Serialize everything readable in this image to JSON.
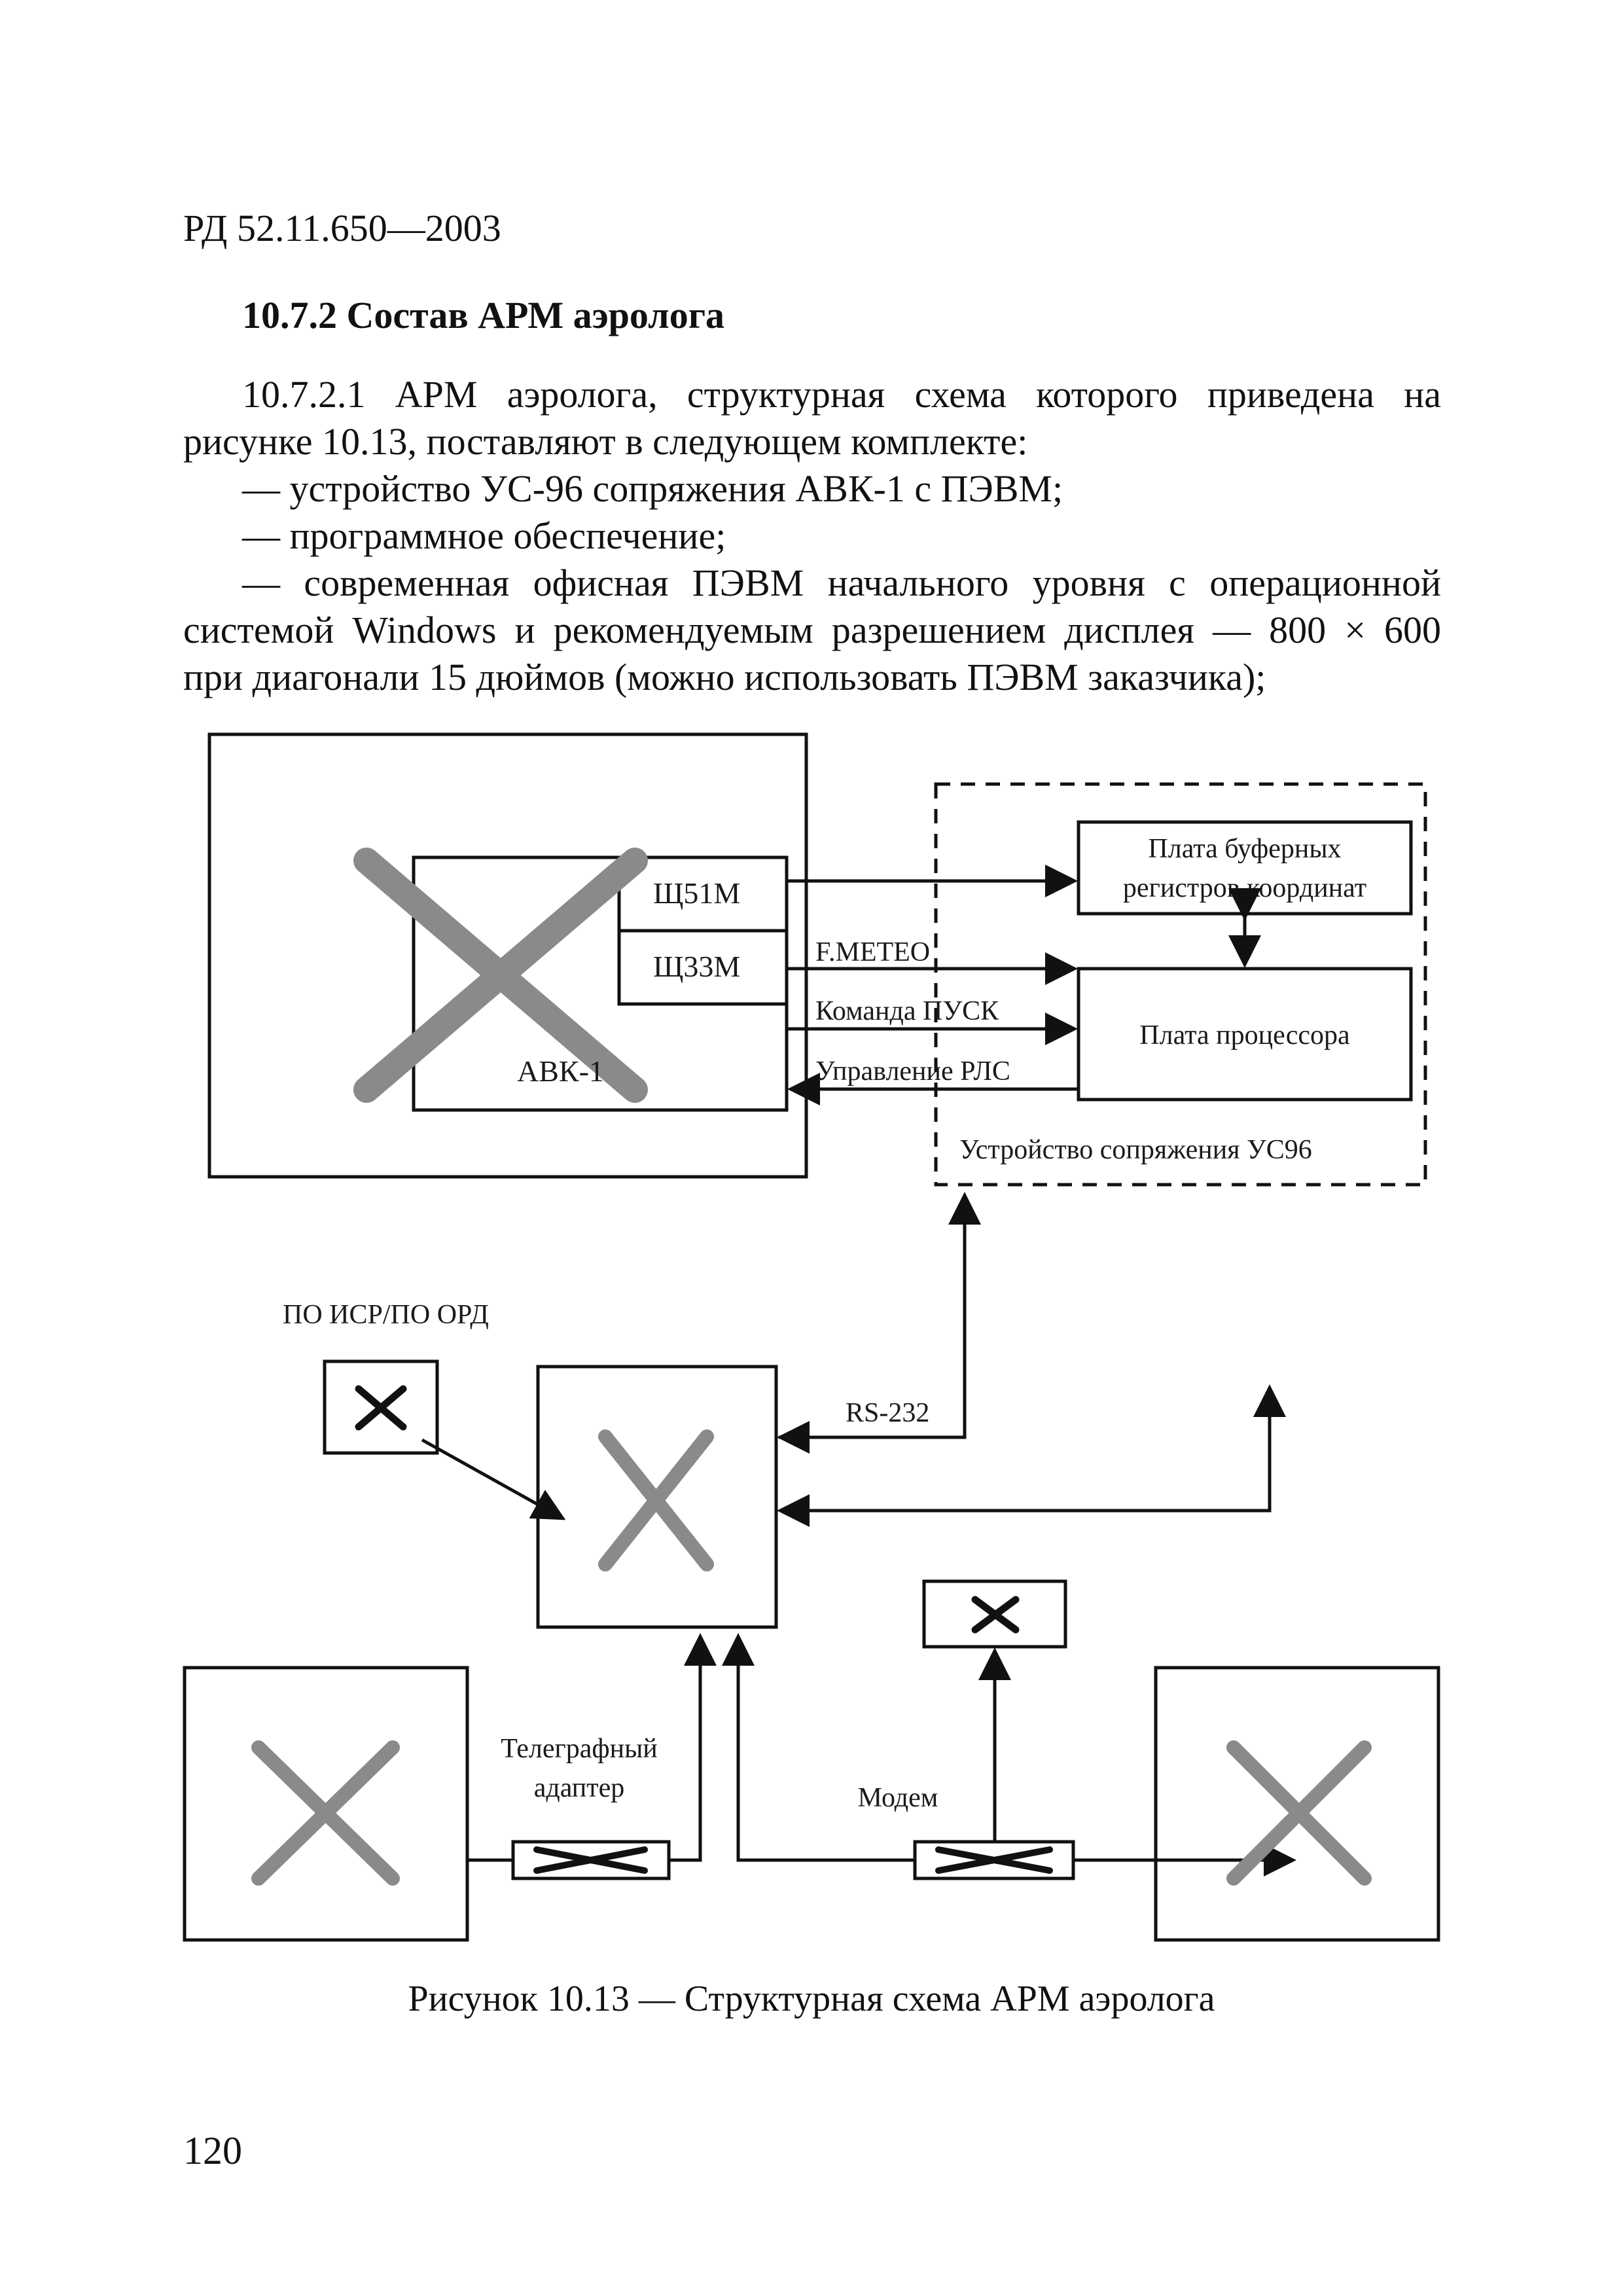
{
  "header": {
    "doc_code": "РД 52.11.650—2003"
  },
  "section": {
    "title": "10.7.2 Состав АРМ аэролога",
    "paragraphs": [
      "10.7.2.1 АРМ аэролога, структурная схема которого приведена на",
      "рисунке 10.13, поставляют в следующем комплекте:",
      "— устройство УС-96 сопряжения АВК-1 с ПЭВМ;",
      "— программное обеспечение;",
      "— современная офисная ПЭВМ начального уровня с операционной",
      "системой Windows и рекомендуемым разрешением дисплея — 800 × 600",
      "при диагонали 15 дюймов (можно использовать ПЭВМ заказчика);"
    ]
  },
  "diagram": {
    "block_avk": "АВК-1",
    "connector_1": "Щ51М",
    "connector_2": "Щ33М",
    "signal_fmeteo": "F.METEO",
    "signal_start": "Команда ПУСК",
    "signal_radar": "Управление РЛС",
    "buffer_board_line1": "Плата буферных",
    "buffer_board_line2": "регистров координат",
    "processor_board": "Плата процессора",
    "interface_device": "Устройство сопряжения УС96",
    "software_label": "ПО ИСР/ПО ОРД",
    "rs232": "RS-232",
    "telegraph_line1": "Телеграфный",
    "telegraph_line2": "адаптер",
    "modem": "Модем"
  },
  "caption": "Рисунок 10.13 — Структурная схема АРМ аэролога",
  "page_number": "120"
}
